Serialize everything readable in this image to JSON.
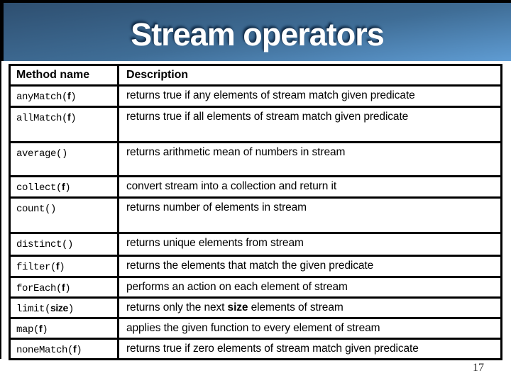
{
  "slide": {
    "title": "Stream operators",
    "page_number": "17"
  },
  "colors": {
    "banner_gradient_top": "#2e4f70",
    "banner_gradient_bottom": "#5f9cd3",
    "title_text": "#ffffff",
    "title_shadow": "#10304a",
    "frame_color": "#000000",
    "table_background": "#ffffff",
    "text_color": "#000000"
  },
  "table": {
    "headers": [
      {
        "label": "Method name"
      },
      {
        "label": "Description"
      }
    ],
    "rows": [
      {
        "method_pre": "anyMatch(",
        "method_param": "f",
        "method_post": ")",
        "desc_pre": "returns true if any elements of stream match given predicate",
        "desc_bold": "",
        "desc_post": "",
        "h": 30
      },
      {
        "method_pre": "allMatch(",
        "method_param": "f",
        "method_post": ")",
        "desc_pre": "returns true if all elements of stream match given predicate",
        "desc_bold": "",
        "desc_post": "",
        "h": 50
      },
      {
        "method_pre": "average()",
        "method_param": "",
        "method_post": "",
        "desc_pre": "returns arithmetic mean of numbers in stream",
        "desc_bold": "",
        "desc_post": "",
        "h": 48
      },
      {
        "method_pre": "collect(",
        "method_param": "f",
        "method_post": ")",
        "desc_pre": "convert stream into a collection and return it",
        "desc_bold": "",
        "desc_post": "",
        "h": 30
      },
      {
        "method_pre": "count()",
        "method_param": "",
        "method_post": "",
        "desc_pre": "returns number of elements in stream",
        "desc_bold": "",
        "desc_post": "",
        "h": 50
      },
      {
        "method_pre": "distinct()",
        "method_param": "",
        "method_post": "",
        "desc_pre": "returns unique elements from stream",
        "desc_bold": "",
        "desc_post": "",
        "h": 32
      },
      {
        "method_pre": "filter(",
        "method_param": "f",
        "method_post": ")",
        "desc_pre": "returns the elements that match the given predicate",
        "desc_bold": "",
        "desc_post": "",
        "h": 30
      },
      {
        "method_pre": "forEach(",
        "method_param": "f",
        "method_post": ")",
        "desc_pre": "performs an action on each element of stream",
        "desc_bold": "",
        "desc_post": "",
        "h": 28
      },
      {
        "method_pre": "limit(",
        "method_param": "size",
        "method_post": ")",
        "desc_pre": "returns only the next ",
        "desc_bold": "size",
        "desc_post": " elements of stream",
        "h": 28
      },
      {
        "method_pre": "map(",
        "method_param": "f",
        "method_post": ")",
        "desc_pre": "applies the given function to every element of stream",
        "desc_bold": "",
        "desc_post": "",
        "h": 29
      },
      {
        "method_pre": "noneMatch(",
        "method_param": "f",
        "method_post": ")",
        "desc_pre": "returns true if zero elements of stream match given predicate",
        "desc_bold": "",
        "desc_post": "",
        "h": 26
      }
    ]
  }
}
